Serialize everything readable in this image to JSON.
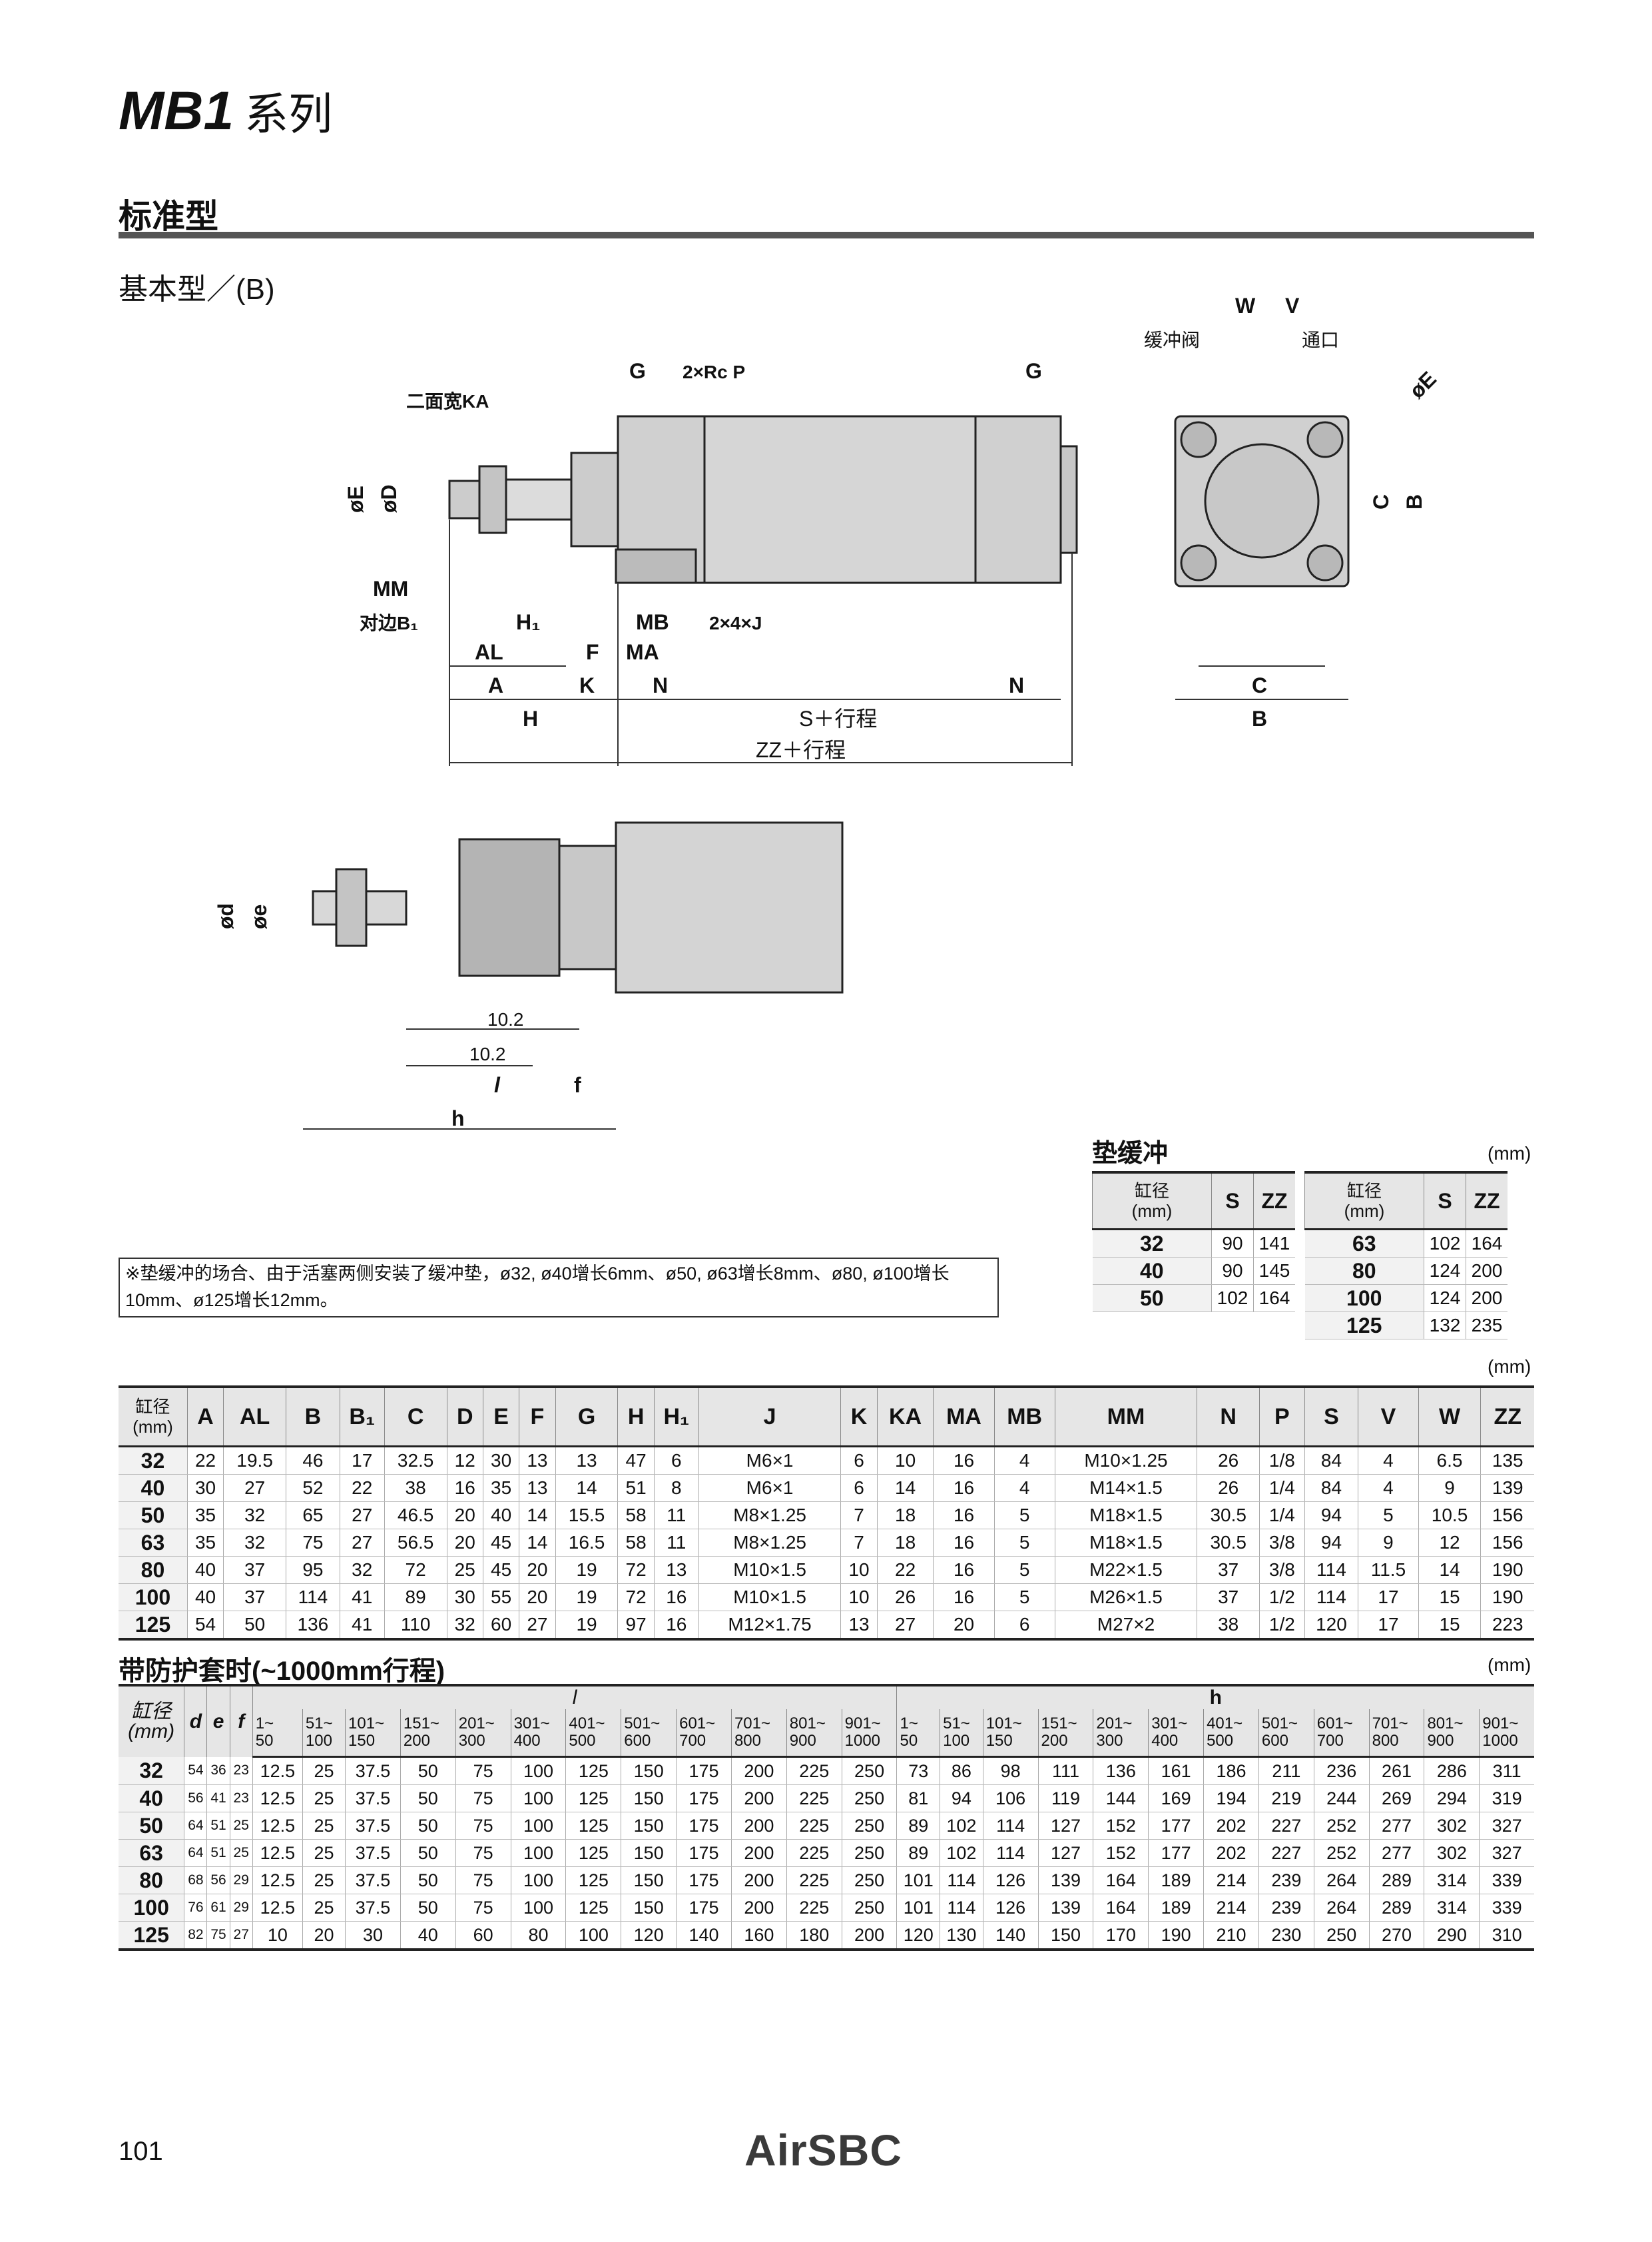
{
  "header": {
    "model": "MB1",
    "series_suffix": "系列"
  },
  "section_title": "标准型",
  "subsection_title": "基本型／(B)",
  "drawing_labels": {
    "G": "G",
    "port": "2×Rc P",
    "KA": "二面宽KA",
    "oE": "øE",
    "oD": "øD",
    "MM": "MM",
    "B1": "对边B₁",
    "H1": "H₁",
    "MB": "MB",
    "J": "2×4×J",
    "AL": "AL",
    "F": "F",
    "MA": "MA",
    "A": "A",
    "K": "K",
    "N": "N",
    "H": "H",
    "S": "S＋行程",
    "ZZ": "ZZ＋行程",
    "W": "W",
    "V": "V",
    "cushion_valve": "缓冲阀",
    "port_label": "通口",
    "oE2": "øE",
    "C": "C",
    "B": "B",
    "od": "ød",
    "oe": "øe",
    "dim1": "10.2",
    "dim2": "10.2",
    "l": "l",
    "f": "f",
    "h": "h"
  },
  "pad_cushion": {
    "title": "垫缓冲",
    "unit": "(mm)",
    "headers": [
      "缸径\n(mm)",
      "S",
      "ZZ"
    ],
    "left_rows": [
      [
        "32",
        "90",
        "141"
      ],
      [
        "40",
        "90",
        "145"
      ],
      [
        "50",
        "102",
        "164"
      ]
    ],
    "right_rows": [
      [
        "63",
        "102",
        "164"
      ],
      [
        "80",
        "124",
        "200"
      ],
      [
        "100",
        "124",
        "200"
      ],
      [
        "125",
        "132",
        "235"
      ]
    ]
  },
  "note": "※垫缓冲的场合、由于活塞两侧安装了缓冲垫，ø32, ø40增长6mm、ø50, ø63增长8mm、ø80, ø100增长10mm、ø125增长12mm。",
  "main_table": {
    "unit": "(mm)",
    "headers": [
      "缸径\n(mm)",
      "A",
      "AL",
      "B",
      "B₁",
      "C",
      "D",
      "E",
      "F",
      "G",
      "H",
      "H₁",
      "J",
      "K",
      "KA",
      "MA",
      "MB",
      "MM",
      "N",
      "P",
      "S",
      "V",
      "W",
      "ZZ"
    ],
    "rows": [
      [
        "32",
        "22",
        "19.5",
        "46",
        "17",
        "32.5",
        "12",
        "30",
        "13",
        "13",
        "47",
        "6",
        "M6×1",
        "6",
        "10",
        "16",
        "4",
        "M10×1.25",
        "26",
        "1/8",
        "84",
        "4",
        "6.5",
        "135"
      ],
      [
        "40",
        "30",
        "27",
        "52",
        "22",
        "38",
        "16",
        "35",
        "13",
        "14",
        "51",
        "8",
        "M6×1",
        "6",
        "14",
        "16",
        "4",
        "M14×1.5",
        "26",
        "1/4",
        "84",
        "4",
        "9",
        "139"
      ],
      [
        "50",
        "35",
        "32",
        "65",
        "27",
        "46.5",
        "20",
        "40",
        "14",
        "15.5",
        "58",
        "11",
        "M8×1.25",
        "7",
        "18",
        "16",
        "5",
        "M18×1.5",
        "30.5",
        "1/4",
        "94",
        "5",
        "10.5",
        "156"
      ],
      [
        "63",
        "35",
        "32",
        "75",
        "27",
        "56.5",
        "20",
        "45",
        "14",
        "16.5",
        "58",
        "11",
        "M8×1.25",
        "7",
        "18",
        "16",
        "5",
        "M18×1.5",
        "30.5",
        "3/8",
        "94",
        "9",
        "12",
        "156"
      ],
      [
        "80",
        "40",
        "37",
        "95",
        "32",
        "72",
        "25",
        "45",
        "20",
        "19",
        "72",
        "13",
        "M10×1.5",
        "10",
        "22",
        "16",
        "5",
        "M22×1.5",
        "37",
        "3/8",
        "114",
        "11.5",
        "14",
        "190"
      ],
      [
        "100",
        "40",
        "37",
        "114",
        "41",
        "89",
        "30",
        "55",
        "20",
        "19",
        "72",
        "16",
        "M10×1.5",
        "10",
        "26",
        "16",
        "5",
        "M26×1.5",
        "37",
        "1/2",
        "114",
        "17",
        "15",
        "190"
      ],
      [
        "125",
        "54",
        "50",
        "136",
        "41",
        "110",
        "32",
        "60",
        "27",
        "19",
        "97",
        "16",
        "M12×1.75",
        "13",
        "27",
        "20",
        "6",
        "M27×2",
        "38",
        "1/2",
        "120",
        "17",
        "15",
        "223"
      ]
    ]
  },
  "boot_table": {
    "title": "带防护套时(~1000mm行程)",
    "unit": "(mm)",
    "bore_header": "缸径\n(mm)",
    "group_l": "l",
    "group_h": "h",
    "def_headers": [
      "d",
      "e",
      "f"
    ],
    "ranges": [
      "1~\n50",
      "51~\n100",
      "101~\n150",
      "151~\n200",
      "201~\n300",
      "301~\n400",
      "401~\n500",
      "501~\n600",
      "601~\n700",
      "701~\n800",
      "801~\n900",
      "901~\n1000"
    ],
    "rows": [
      [
        "32",
        "54",
        "36",
        "23",
        "12.5",
        "25",
        "37.5",
        "50",
        "75",
        "100",
        "125",
        "150",
        "175",
        "200",
        "225",
        "250",
        "73",
        "86",
        "98",
        "111",
        "136",
        "161",
        "186",
        "211",
        "236",
        "261",
        "286",
        "311"
      ],
      [
        "40",
        "56",
        "41",
        "23",
        "12.5",
        "25",
        "37.5",
        "50",
        "75",
        "100",
        "125",
        "150",
        "175",
        "200",
        "225",
        "250",
        "81",
        "94",
        "106",
        "119",
        "144",
        "169",
        "194",
        "219",
        "244",
        "269",
        "294",
        "319"
      ],
      [
        "50",
        "64",
        "51",
        "25",
        "12.5",
        "25",
        "37.5",
        "50",
        "75",
        "100",
        "125",
        "150",
        "175",
        "200",
        "225",
        "250",
        "89",
        "102",
        "114",
        "127",
        "152",
        "177",
        "202",
        "227",
        "252",
        "277",
        "302",
        "327"
      ],
      [
        "63",
        "64",
        "51",
        "25",
        "12.5",
        "25",
        "37.5",
        "50",
        "75",
        "100",
        "125",
        "150",
        "175",
        "200",
        "225",
        "250",
        "89",
        "102",
        "114",
        "127",
        "152",
        "177",
        "202",
        "227",
        "252",
        "277",
        "302",
        "327"
      ],
      [
        "80",
        "68",
        "56",
        "29",
        "12.5",
        "25",
        "37.5",
        "50",
        "75",
        "100",
        "125",
        "150",
        "175",
        "200",
        "225",
        "250",
        "101",
        "114",
        "126",
        "139",
        "164",
        "189",
        "214",
        "239",
        "264",
        "289",
        "314",
        "339"
      ],
      [
        "100",
        "76",
        "61",
        "29",
        "12.5",
        "25",
        "37.5",
        "50",
        "75",
        "100",
        "125",
        "150",
        "175",
        "200",
        "225",
        "250",
        "101",
        "114",
        "126",
        "139",
        "164",
        "189",
        "214",
        "239",
        "264",
        "289",
        "314",
        "339"
      ],
      [
        "125",
        "82",
        "75",
        "27",
        "10",
        "20",
        "30",
        "40",
        "60",
        "80",
        "100",
        "120",
        "140",
        "160",
        "180",
        "200",
        "120",
        "130",
        "140",
        "150",
        "170",
        "190",
        "210",
        "230",
        "250",
        "270",
        "290",
        "310"
      ]
    ]
  },
  "footer": {
    "page_number": "101",
    "brand": "AirSBC"
  }
}
